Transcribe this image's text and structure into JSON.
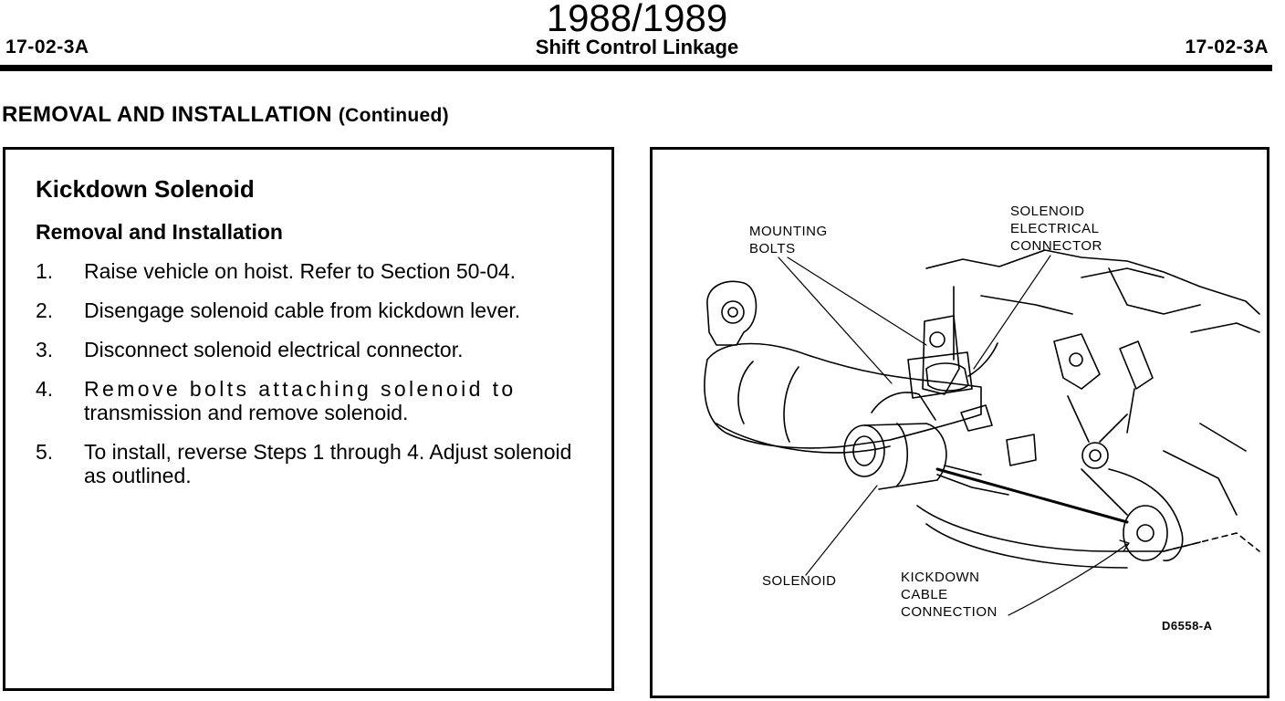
{
  "header": {
    "code_left": "17-02-3A",
    "years": "1988/1989",
    "title": "Shift Control Linkage",
    "code_right": "17-02-3A"
  },
  "section": {
    "title": "REMOVAL AND INSTALLATION",
    "continued": "(Continued)"
  },
  "procedure": {
    "heading": "Kickdown Solenoid",
    "subheading": "Removal and Installation",
    "steps": [
      {
        "num": "1.",
        "text": "Raise vehicle on hoist. Refer to Section 50-04."
      },
      {
        "num": "2.",
        "text": "Disengage solenoid cable from kickdown lever."
      },
      {
        "num": "3.",
        "text": "Disconnect solenoid electrical connector."
      },
      {
        "num": "4.",
        "text": "Remove bolts attaching solenoid to transmission and remove solenoid."
      },
      {
        "num": "5.",
        "text": "To install, reverse Steps 1 through 4. Adjust solenoid as outlined."
      }
    ]
  },
  "figure": {
    "labels": {
      "mounting_bolts": "MOUNTING\nBOLTS",
      "electrical_connector": "SOLENOID\nELECTRICAL\nCONNECTOR",
      "solenoid": "SOLENOID",
      "cable_connection": "KICKDOWN\nCABLE\nCONNECTION"
    },
    "figure_id": "D6558-A"
  }
}
